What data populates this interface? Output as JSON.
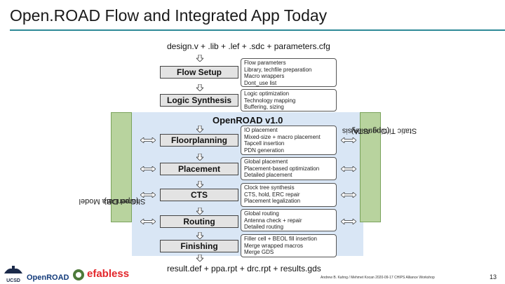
{
  "slide": {
    "title": "Open.ROAD Flow and Integrated App Today",
    "page_number": "13",
    "footer": "Andrew B. Kahng / Mehmet Kocan 2020-09-17 CHIPS Alliance Workshop"
  },
  "flow": {
    "input": "design.v + .lib + .lef + .sdc + parameters.cfg",
    "output": "result.def + ppa.rpt + drc.rpt + results.gds",
    "section_title": "OpenROAD v1.0",
    "left_label": [
      "Shared Data Model",
      "(OpenDB)"
    ],
    "right_label": [
      "Static Timing Analysis",
      "(OpenSTA)"
    ],
    "stages": [
      {
        "label": "Flow Setup",
        "notes": [
          "Flow parameters",
          "Library, techfile preparation",
          "Macro wrappers",
          "Dont_use list"
        ]
      },
      {
        "label": "Logic Synthesis",
        "notes": [
          "Logic optimization",
          "Technology mapping",
          "Buffering, sizing"
        ]
      },
      {
        "label": "Floorplanning",
        "notes": [
          "IO placement",
          "Mixed-size + macro placement",
          "Tapcell insertion",
          "PDN generation"
        ]
      },
      {
        "label": "Placement",
        "notes": [
          "Global placement",
          "Placement-based optimization",
          "Detailed placement"
        ]
      },
      {
        "label": "CTS",
        "notes": [
          "Clock tree synthesis",
          "CTS, hold, ERC repair",
          "Placement legalization"
        ]
      },
      {
        "label": "Routing",
        "notes": [
          "Global routing",
          "Antenna check + repair",
          "Detailed routing"
        ]
      },
      {
        "label": "Finishing",
        "notes": [
          "Filler cell + BEOL fill insertion",
          "Merge wrapped macros",
          "Merge GDS"
        ]
      }
    ]
  },
  "logos": {
    "ucsd": "UCSD",
    "openroad": "OpenROAD",
    "efabless": "efabless"
  }
}
